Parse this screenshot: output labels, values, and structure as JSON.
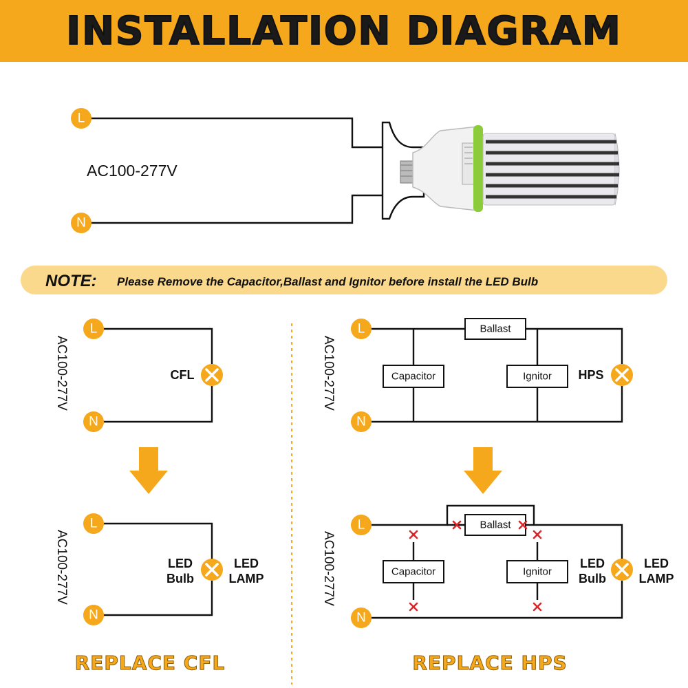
{
  "title": "INSTALLATION DIAGRAM",
  "top_diagram": {
    "terminal_l": "L",
    "terminal_n": "N",
    "voltage": "AC100-277V"
  },
  "note": {
    "prefix": "NOTE:",
    "text": "Please Remove the Capacitor,Ballast and Ignitor before install the LED Bulb"
  },
  "cfl": {
    "before": {
      "terminal_l": "L",
      "terminal_n": "N",
      "voltage": "AC100-277V",
      "lamp_label": "CFL"
    },
    "after": {
      "terminal_l": "L",
      "terminal_n": "N",
      "voltage": "AC100-277V",
      "bulb_label_1": "LED",
      "bulb_label_2": "Bulb",
      "lamp_label_1": "LED",
      "lamp_label_2": "LAMP"
    },
    "footer": "REPLACE CFL"
  },
  "hps": {
    "before": {
      "terminal_l": "L",
      "terminal_n": "N",
      "voltage": "AC100-277V",
      "ballast": "Ballast",
      "capacitor": "Capacitor",
      "ignitor": "Ignitor",
      "lamp_label": "HPS"
    },
    "after": {
      "terminal_l": "L",
      "terminal_n": "N",
      "voltage": "AC100-277V",
      "ballast": "Ballast",
      "capacitor": "Capacitor",
      "ignitor": "Ignitor",
      "bulb_label_1": "LED",
      "bulb_label_2": "Bulb",
      "lamp_label_1": "LED",
      "lamp_label_2": "LAMP"
    },
    "footer": "REPLACE HPS"
  },
  "colors": {
    "accent": "#F5A81C",
    "note_bg": "#FBD98C",
    "cut_mark": "#d9262a",
    "bulb_ring": "#8CCB3A"
  }
}
